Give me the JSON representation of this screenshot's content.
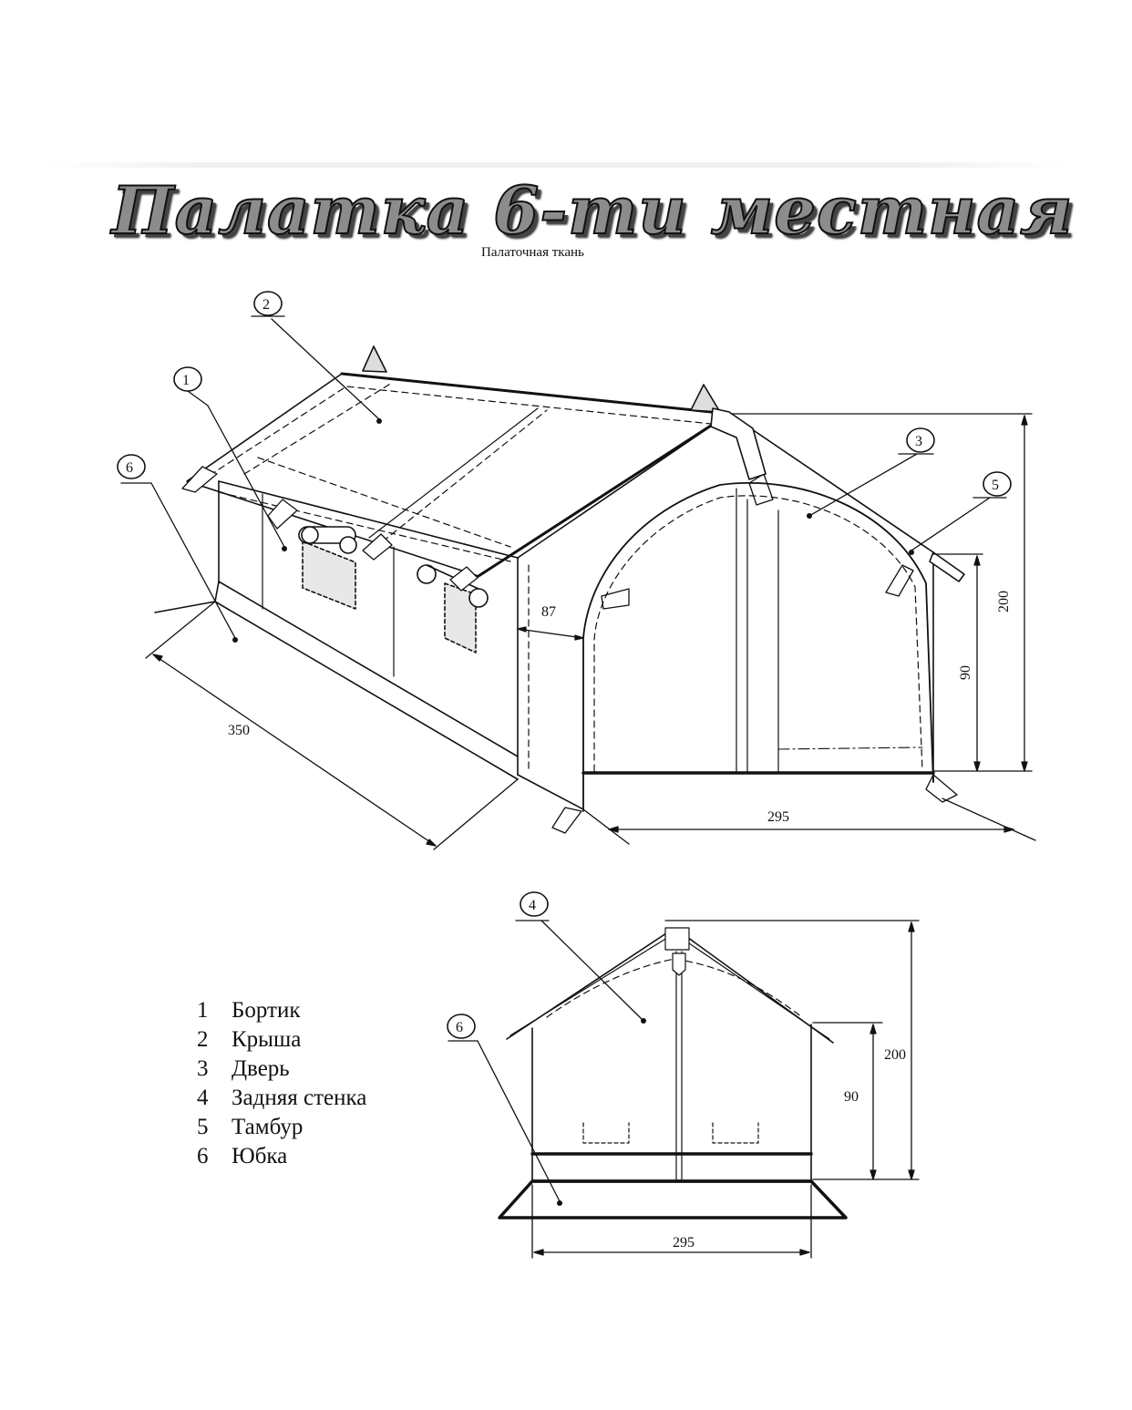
{
  "title": "Палатка 6-ти местная",
  "subtitle": "Палаточная ткань",
  "callouts": [
    "1",
    "2",
    "3",
    "4",
    "5",
    "6"
  ],
  "dimensions": {
    "length": "350",
    "width_front": "295",
    "width_back": "295",
    "height_total_front": "200",
    "height_wall_front": "90",
    "height_total_back": "200",
    "height_wall_back": "90",
    "door_offset": "87"
  },
  "legend": [
    {
      "num": "1",
      "label": "Бортик"
    },
    {
      "num": "2",
      "label": "Крыша"
    },
    {
      "num": "3",
      "label": "Дверь"
    },
    {
      "num": "4",
      "label": "Задняя стенка"
    },
    {
      "num": "5",
      "label": "Тамбур"
    },
    {
      "num": "6",
      "label": "Юбка"
    }
  ]
}
